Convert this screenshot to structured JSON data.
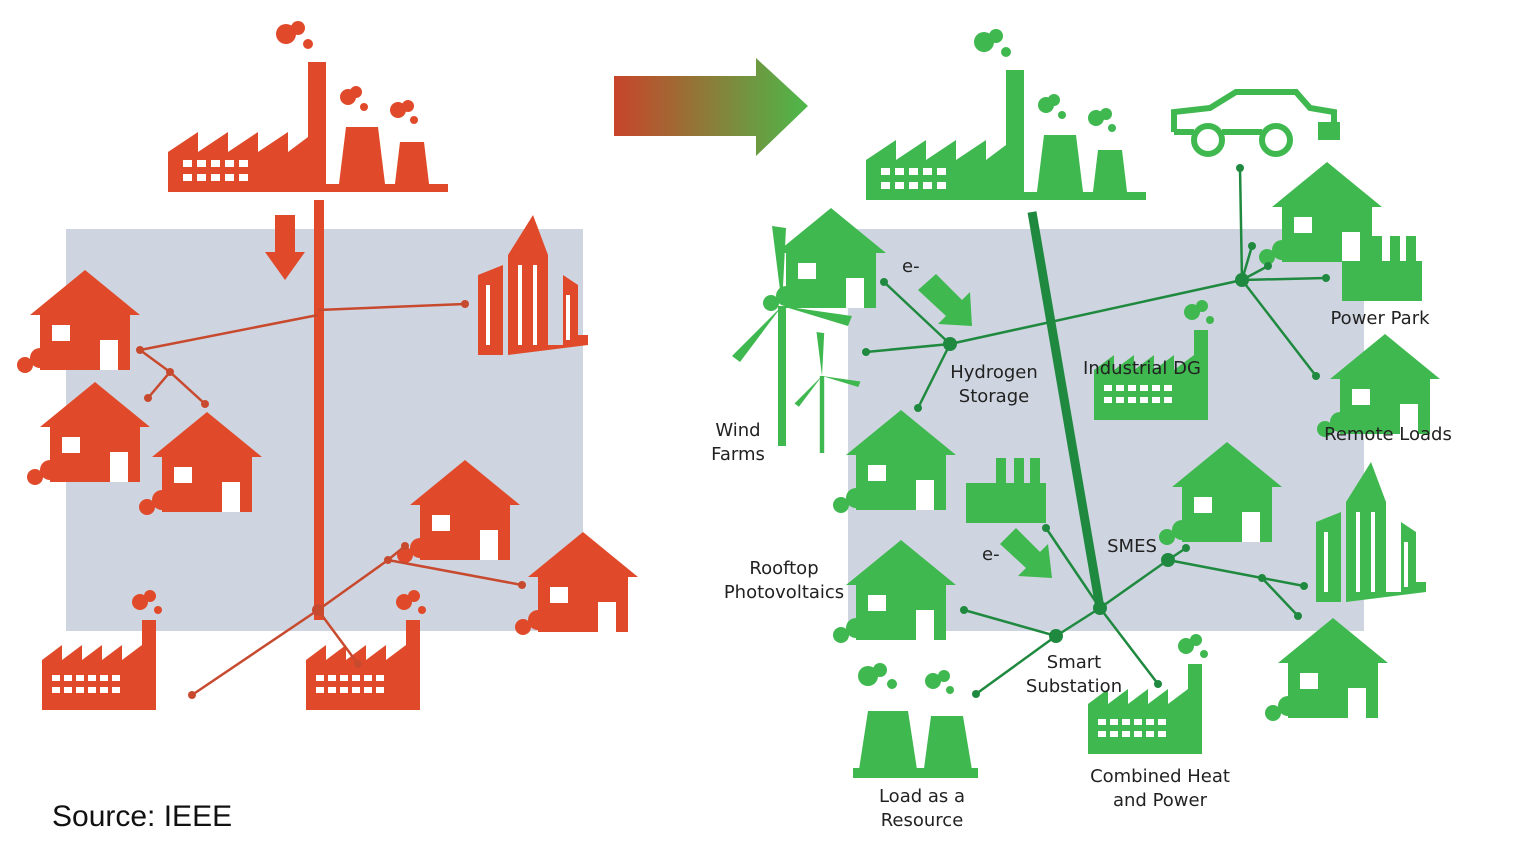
{
  "source": "Source: IEEE",
  "colors": {
    "legacy": "#e04a2a",
    "smart": "#3fb84f",
    "smart_dark": "#1f8a3f",
    "grid_panel": "#cfd5e0"
  },
  "labels": {
    "hydrogen_storage": [
      "Hydrogen",
      "Storage"
    ],
    "industrial_dg": "Industrial DG",
    "power_park": "Power Park",
    "remote_loads": "Remote Loads",
    "wind_farms": [
      "Wind",
      "Farms"
    ],
    "rooftop_pv": [
      "Rooftop",
      "Photovoltaics"
    ],
    "smes": "SMES",
    "smart_substation": [
      "Smart",
      "Substation"
    ],
    "load_as_resource": [
      "Load as a",
      "Resource"
    ],
    "chp": [
      "Combined Heat",
      "and Power"
    ],
    "electron_1": "e-",
    "electron_2": "e-"
  }
}
